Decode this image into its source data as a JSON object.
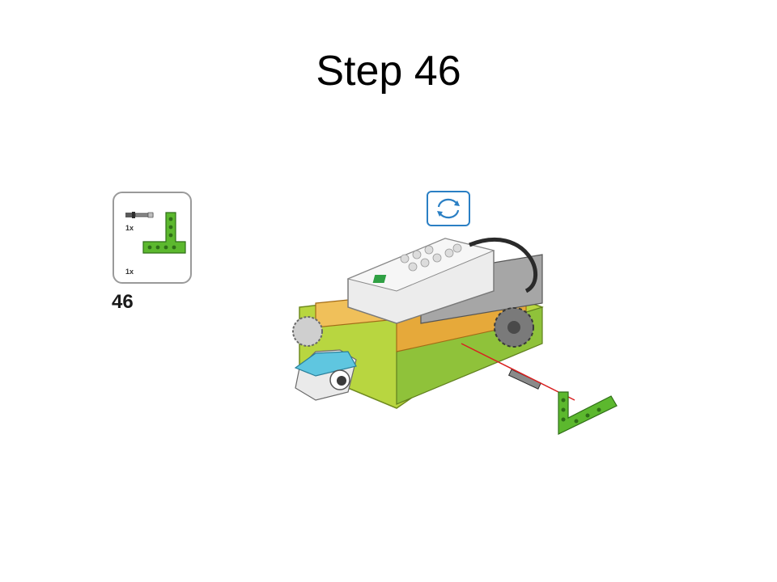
{
  "slide": {
    "title": "Step 46"
  },
  "parts_list": {
    "items": [
      {
        "quantity": "1x",
        "part": "axle-pin-icon"
      },
      {
        "quantity": "1x",
        "part": "green-l-beam-icon"
      }
    ]
  },
  "step": {
    "number": "46"
  },
  "colors": {
    "beam_green": "#5cb82e",
    "lime": "#b8d640",
    "tan": "#e6a93a",
    "hub_white": "#ececec",
    "rotate_blue": "#2a7fc4",
    "indicator_red": "#d82020"
  }
}
